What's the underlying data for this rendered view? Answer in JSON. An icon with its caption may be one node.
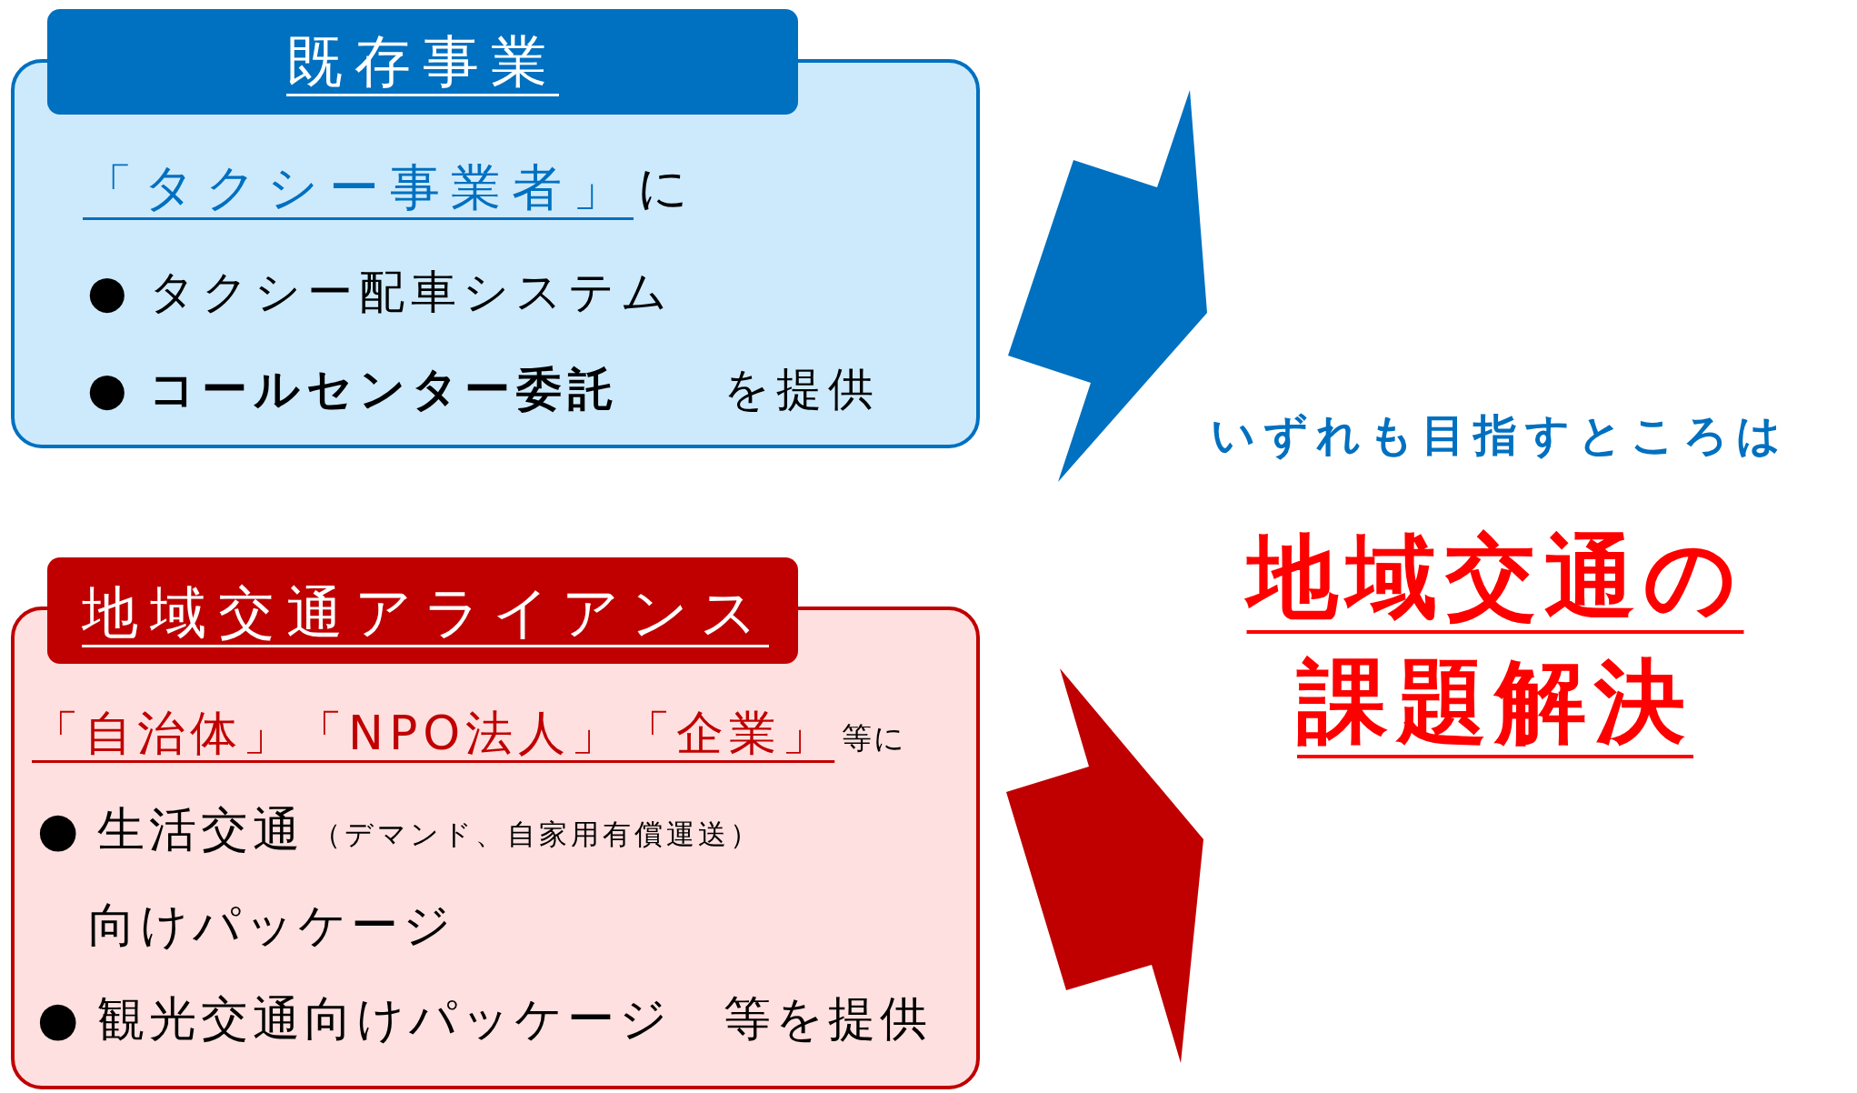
{
  "diagram": {
    "nodes": [
      {
        "text": [
          "既存事業",
          "「タクシー事業者」",
          "に",
          "● タクシー配車システム",
          "● **コールセンター委託**　　を提供"
        ]
      },
      {
        "text": [],
        "shape": "lightning"
      },
      {
        "text": [
          "地域交通アライアンス",
          "「自治体」「NPO法人」「企業」",
          "等に",
          "● 生活交通",
          "（デマンド、自家用有償運送）",
          "向けパッケージ",
          "● 観光交通向けパッケージ　等を提供"
        ]
      },
      {
        "text": [],
        "shape": "lightning"
      }
    ],
    "labels": [
      "いずれも目指すところは",
      "地域交通の課題解決"
    ]
  }
}
